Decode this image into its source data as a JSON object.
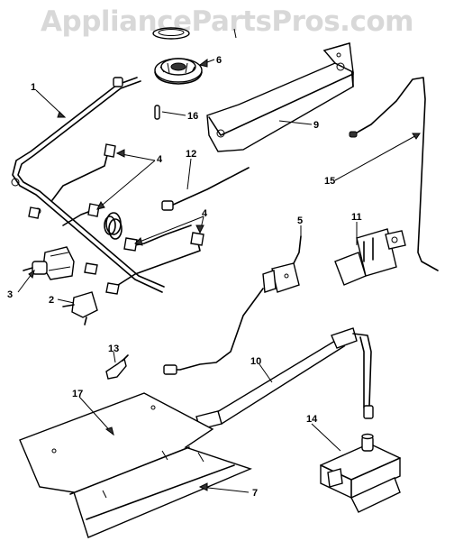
{
  "watermark": "AppliancePartsPros.com",
  "callouts": [
    {
      "id": "c1",
      "label": "1"
    },
    {
      "id": "c2",
      "label": "2"
    },
    {
      "id": "c3",
      "label": "3"
    },
    {
      "id": "c4a",
      "label": "4"
    },
    {
      "id": "c4b",
      "label": "4"
    },
    {
      "id": "c5",
      "label": "5"
    },
    {
      "id": "c6",
      "label": "6"
    },
    {
      "id": "c7",
      "label": "7"
    },
    {
      "id": "c9",
      "label": "9"
    },
    {
      "id": "c10",
      "label": "10"
    },
    {
      "id": "c11",
      "label": "11"
    },
    {
      "id": "c12",
      "label": "12"
    },
    {
      "id": "c13",
      "label": "13"
    },
    {
      "id": "c14",
      "label": "14"
    },
    {
      "id": "c15",
      "label": "15"
    },
    {
      "id": "c16",
      "label": "16"
    },
    {
      "id": "c17",
      "label": "17"
    }
  ]
}
